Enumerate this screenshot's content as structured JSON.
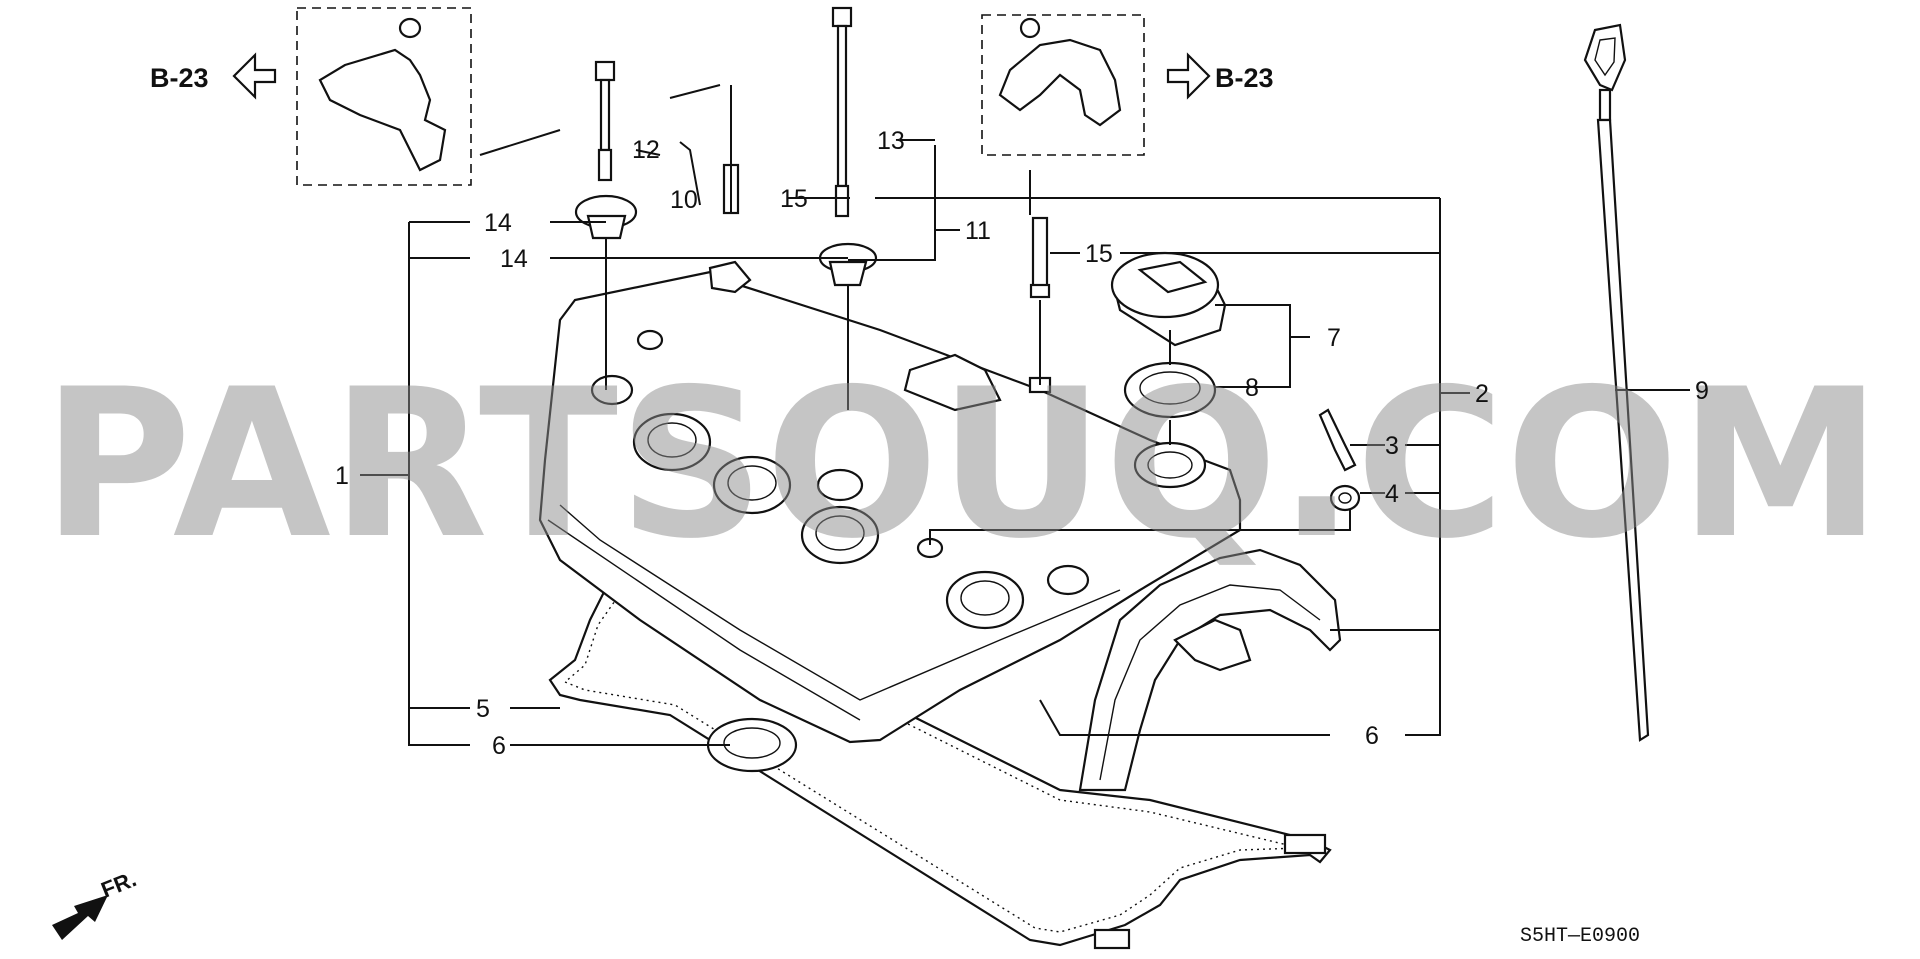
{
  "diagram": {
    "callouts": [
      "1",
      "2",
      "3",
      "4",
      "5",
      "6",
      "6",
      "7",
      "8",
      "9",
      "10",
      "11",
      "12",
      "13",
      "14",
      "14",
      "15",
      "15"
    ],
    "references": [
      "B-23",
      "B-23"
    ],
    "direction_label": "FR.",
    "diagram_code": "S5HT—E0900",
    "watermark": "PARTSOUQ.COM"
  }
}
